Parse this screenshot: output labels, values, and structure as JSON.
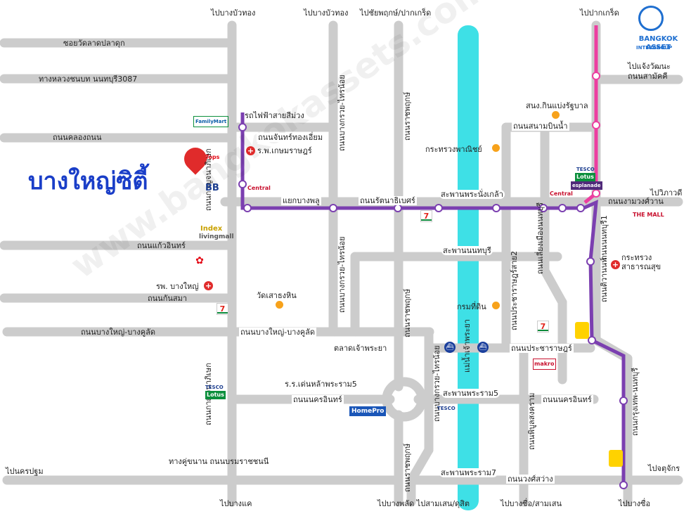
{
  "title": "บางใหญ่ซิตี้",
  "brand": {
    "name": "BANGKOK ASSET",
    "sub": "INTERGROUP"
  },
  "watermark": "www.bangkokassets.com",
  "colors": {
    "road": "#cccccc",
    "river": "#3ee0e6",
    "purple_line": "#7b3fb0",
    "pink_line": "#ec3ea0",
    "title": "#1a3ec8",
    "poi_dot": "#f7a21b",
    "hospital": "#e02b2b"
  },
  "top_labels": {
    "bang_bua_thong_1": "ไปบางบัวทอง",
    "bang_bua_thong_2": "ไปบางบัวทอง",
    "chaiyaphruek": "ไปชัยพฤกษ์/ปากเกร็ด",
    "pak_kret": "ไปปากเกร็ด"
  },
  "bottom_labels": {
    "bang_khae": "ไปบางแค",
    "bang_phlat": "ไปบางพลัด ไปสามเสน/ดุสิต",
    "bang_sue_samsen": "ไปบางซื่อ/สามเสน",
    "bang_sue": "ไปบางซื่อ"
  },
  "side_labels": {
    "nakhon_pathom": "ไปนครปฐม",
    "chatuchak": "ไปจตุจักร",
    "vibhavadi": "ไปวิภาวดี",
    "chaengwattana": "ไปแจ้งวัฒนะ"
  },
  "roads": {
    "soi_wat_lat_pla_duk": "ซอยวัดลาดปลาดุก",
    "highway_3087": "ทางหลวงชนบท นนทบุรี3087",
    "khlong_thanon": "ถนนคลองถนน",
    "chan_thong_iam": "ถนนจันทร์ทองเอี่ยม",
    "kaew_in": "ถนนแก้วอินทร์",
    "kan_sima": "ถนนกันสมา",
    "bang_yai_bang_khu_lat_1": "ถนนบางใหญ่-บางคูลัด",
    "bang_yai_bang_khu_lat_2": "ถนนบางใหญ่-บางคูลัด",
    "kanchanaphisek_1": "ถนนกาญจนาภิเษก",
    "kanchanaphisek_2": "ถนนกาญจนาภิเษก",
    "bang_kruai_sai_noi_1": "ถนนบางกรวย-ไทรน้อย",
    "bang_kruai_sai_noi_2": "ถนนบางกรวย-ไทรน้อย",
    "bang_kruai_sai_noi_3": "ถนนบางกรวย-ไทรน้อย",
    "ratchaphruek_1": "ถนนราชพฤกษ์",
    "ratchaphruek_2": "ถนนราชพฤกษ์",
    "ratchaphruek_3": "ถนนราชพฤกษ์",
    "rattanathibet": "ถนนรัตนาธิเบศร์",
    "bang_phlu_junction": "แยกบางพลู",
    "nakhon_in_1": "ถนนนครอินทร์",
    "nakhon_in_2": "ถนนนครอินทร์",
    "borommaratchachonnani": "ทางคู่ขนาน ถนนบรมราชชนนี",
    "pracharat": "ถนนประชาราษฎร์",
    "sanambinnam": "ถนนสนามบินน้ำ",
    "samakkhi": "ถนนสามัคคี",
    "ngamwongwan": "ถนนงามวงศ์วาน",
    "nonthaburi_1": "ถนนนนทบุรี1",
    "tiwanon": "ถนนติวานนท์",
    "liang_mueang": "ถนนเลี่ยงเมืองนนทบุรี",
    "pibulsongkram": "ถนนพิบูลสงคราม",
    "pracharat_sai2": "ถนนประชาราษฎร์สาย2",
    "wong_sawang": "ถนนวงศ์สว่าง",
    "krungthep_nonthaburi": "ถนนกรุงเทพ-นนทบุรี",
    "chao_phraya_river": "แม่น้ำเจ้าพระยา"
  },
  "bridges": {
    "phra_nang_klao": "สะพานพระนั่งเกล้า",
    "nonthaburi": "สะพานนนทบุรี",
    "rama5": "สะพานพระราม5",
    "rama7": "สะพานพระราม7"
  },
  "pois": {
    "purple_line": "รถไฟฟ้าสายสีม่วง",
    "kasemrad_hospital": "ร.พ.เกษมราษฎร์",
    "bang_yai_hospital": "รพ. บางใหญ่",
    "wat_sao_thong_hin": "วัดเสาธงหิน",
    "chao_phraya_market": "ตลาดเจ้าพระยา",
    "dent_school": "ร.ร.เด่นหล้าพระราม5",
    "commerce_ministry": "กระทรวงพาณิชย์",
    "gov_lottery": "สนง.กินแบ่งรัฐบาล",
    "land_department": "กรมที่ดิน",
    "health_ministry": "กระทรวง\nสาธารณสุข",
    "family_mart": "FamilyMart",
    "index": "Index",
    "index_sub": "livingmall",
    "central": "Central",
    "tesco": "TESCO",
    "lotus": "Lotus",
    "homepro": "HomePro",
    "the_mall": "THE MALL",
    "esplanade": "esplanade",
    "makro": "makro",
    "bb": "BB",
    "tops": "Tops",
    "seven": "7"
  }
}
